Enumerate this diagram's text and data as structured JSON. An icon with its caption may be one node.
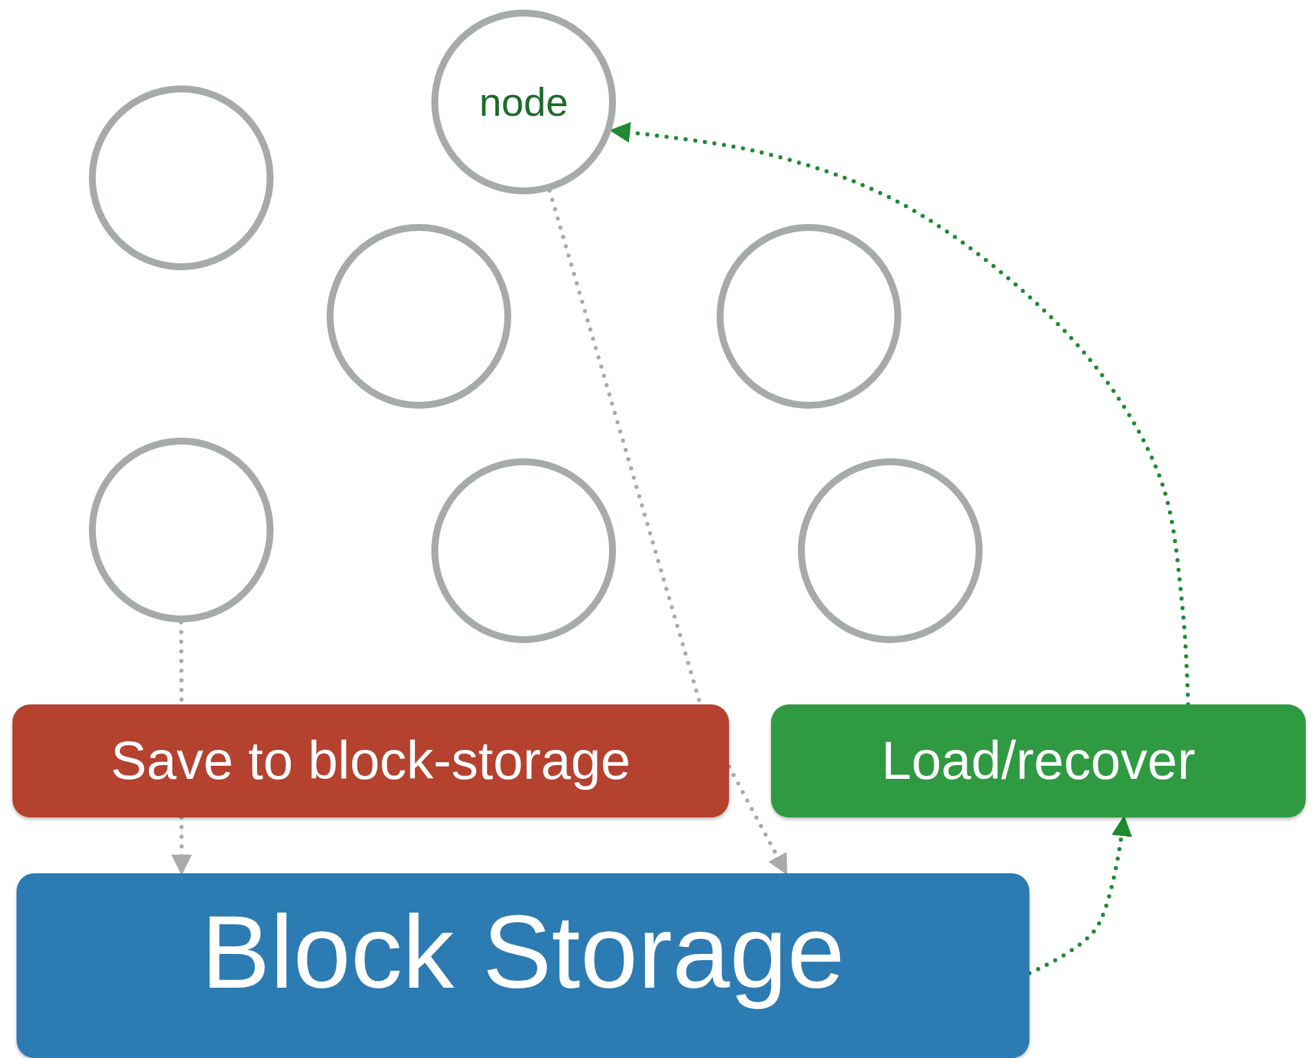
{
  "diagram": {
    "nodes": [
      {
        "text": [
          "node"
        ]
      },
      {
        "text": [],
        "shape": "circle"
      },
      {
        "text": [],
        "shape": "circle"
      },
      {
        "text": [],
        "shape": "circle"
      },
      {
        "text": [],
        "shape": "circle"
      },
      {
        "text": [],
        "shape": "circle"
      },
      {
        "text": [],
        "shape": "circle"
      },
      {
        "text": [
          "Save to block-storage"
        ]
      },
      {
        "text": [
          "Load/recover"
        ]
      },
      {
        "text": [
          "Block Storage"
        ]
      }
    ],
    "edges": [
      {
        "from": 4,
        "to": 7,
        "arrow": "none"
      },
      {
        "from": 7,
        "to": 9,
        "arrow": "to"
      },
      {
        "from": 0,
        "to": 7,
        "arrow": "none"
      },
      {
        "from": 7,
        "to": 9,
        "arrow": "to"
      },
      {
        "from": 9,
        "to": 8,
        "arrow": "to",
        "color": "#1e8a32"
      },
      {
        "from": 8,
        "to": 0,
        "arrow": "to",
        "color": "#1e8a32"
      }
    ]
  }
}
